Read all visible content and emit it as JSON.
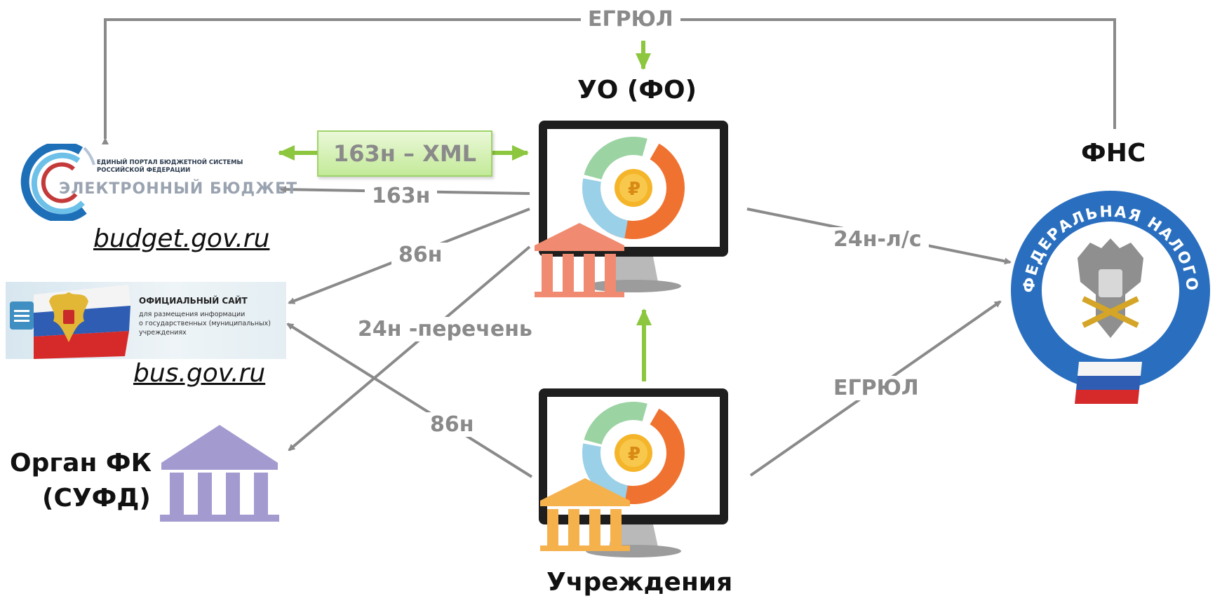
{
  "nodes": {
    "uo": "УО (ФО)",
    "fns": "ФНС",
    "institutions": "Учреждения",
    "fk_line1": "Орган ФК",
    "fk_line2": "(СУФД)"
  },
  "flows": {
    "egrul_top": "ЕГРЮЛ",
    "xml": "163н – XML",
    "n163": "163н",
    "n86_upper": "86н",
    "n86_lower": "86н",
    "n24_list": "24н -перечень",
    "n24_account": "24н-л/с",
    "egrul_right": "ЕГРЮЛ"
  },
  "budget_portal": {
    "line1": "ЕДИНЫЙ ПОРТАЛ БЮДЖЕТНОЙ СИСТЕМЫ",
    "line2": "РОССИЙСКОЙ ФЕДЕРАЦИИ",
    "name": "ЭЛЕКТРОННЫЙ БЮДЖЕТ",
    "url": "budget.gov.ru"
  },
  "bus_portal": {
    "title": "ОФИЦИАЛЬНЫЙ САЙТ",
    "desc": "для размещения информации\nо государственных (муниципальных)\nучреждениях",
    "url": "bus.gov.ru"
  },
  "fns_emblem_ring": "ФЕДЕРАЛЬНАЯ НАЛОГОВАЯ СЛУЖБА",
  "colors": {
    "arrow_gray": "#8a8a8a",
    "arrow_green": "#8dc63f",
    "coral_building": "#f08a70",
    "orange_building": "#f5b14c",
    "purple_building": "#a39bd0",
    "fns_blue": "#2a6fbf"
  }
}
